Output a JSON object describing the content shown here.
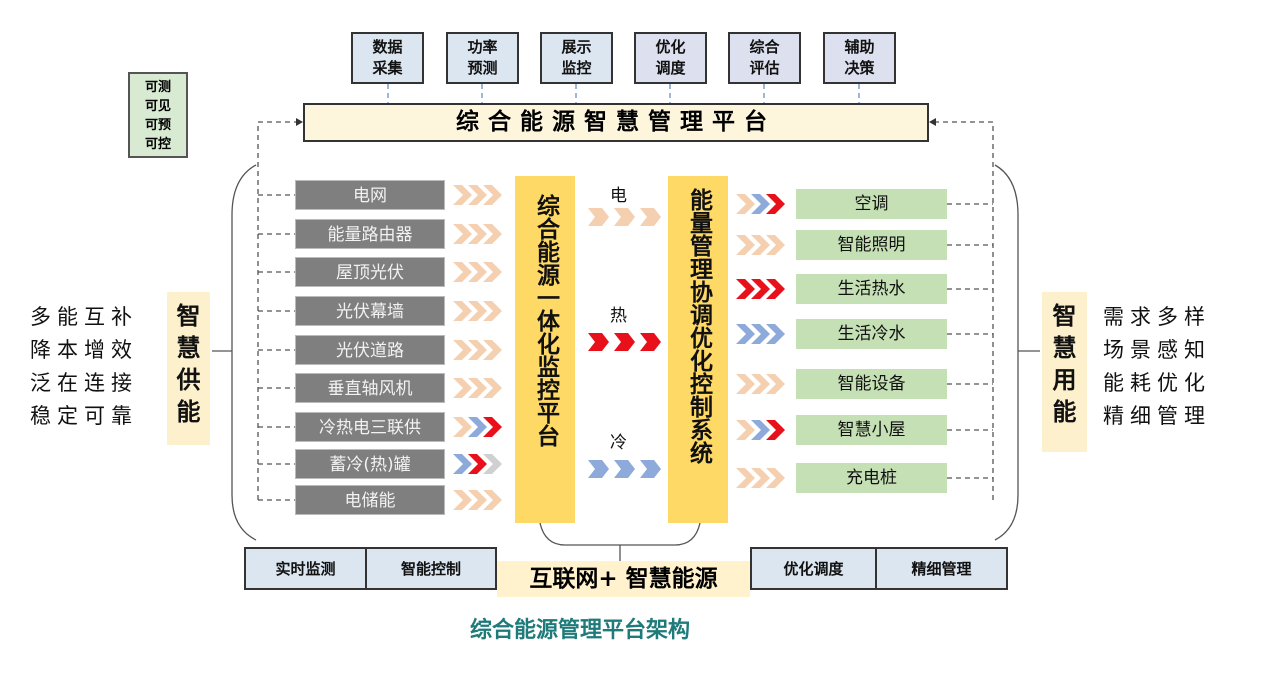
{
  "top_functions": [
    "数据\n采集",
    "功率\n预测",
    "展示\n监控",
    "优化\n调度",
    "综合\n评估",
    "辅助\n决策"
  ],
  "features_box": "可测\n可见\n可预\n可控",
  "platform_title": "综合能源智慧管理平台",
  "supply_sources": [
    {
      "label": "电网",
      "arrows": [
        "peach",
        "peach",
        "peach"
      ]
    },
    {
      "label": "能量路由器",
      "arrows": [
        "peach",
        "peach",
        "peach"
      ]
    },
    {
      "label": "屋顶光伏",
      "arrows": [
        "peach",
        "peach",
        "peach"
      ]
    },
    {
      "label": "光伏幕墙",
      "arrows": [
        "peach",
        "peach",
        "peach"
      ]
    },
    {
      "label": "光伏道路",
      "arrows": [
        "peach",
        "peach",
        "peach"
      ]
    },
    {
      "label": "垂直轴风机",
      "arrows": [
        "peach",
        "peach",
        "peach"
      ]
    },
    {
      "label": "冷热电三联供",
      "arrows": [
        "peach",
        "blue",
        "red"
      ]
    },
    {
      "label": "蓄冷(热)罐",
      "arrows": [
        "blue",
        "red",
        "gray"
      ]
    },
    {
      "label": "电储能",
      "arrows": [
        "peach",
        "peach",
        "peach"
      ]
    }
  ],
  "monitor_platform": "综合能源一体化监控平台",
  "control_system": "能量管理协调优化控制系统",
  "flows": [
    {
      "label": "电",
      "color": "peach"
    },
    {
      "label": "热",
      "color": "red"
    },
    {
      "label": "冷",
      "color": "blue"
    }
  ],
  "consumers": [
    {
      "label": "空调",
      "arrows": [
        "peach",
        "blue",
        "red"
      ]
    },
    {
      "label": "智能照明",
      "arrows": [
        "peach",
        "peach",
        "peach"
      ]
    },
    {
      "label": "生活热水",
      "arrows": [
        "red",
        "red",
        "red"
      ]
    },
    {
      "label": "生活冷水",
      "arrows": [
        "blue",
        "blue",
        "blue"
      ]
    },
    {
      "label": "智能设备",
      "arrows": [
        "peach",
        "peach",
        "peach"
      ]
    },
    {
      "label": "智慧小屋",
      "arrows": [
        "peach",
        "blue",
        "red"
      ]
    },
    {
      "label": "充电桩",
      "arrows": [
        "peach",
        "peach",
        "peach"
      ]
    }
  ],
  "left_desc": [
    "多能互补",
    "降本增效",
    "泛在连接",
    "稳定可靠"
  ],
  "left_tag": "智慧供能",
  "right_desc": [
    "需求多样",
    "场景感知",
    "能耗优化",
    "精细管理"
  ],
  "right_tag": "智慧用能",
  "bottom_left": [
    "实时监测",
    "智能控制"
  ],
  "bottom_center": "互联网+ 智慧能源",
  "bottom_right": [
    "优化调度",
    "精细管理"
  ],
  "caption": "综合能源管理平台架构",
  "colors": {
    "peach": "#f4cfb0",
    "blue": "#8eaadb",
    "red": "#e8101a",
    "gray": "#d0d0d0",
    "yellow": "#ffd966",
    "caption": "#1f7a7a"
  }
}
